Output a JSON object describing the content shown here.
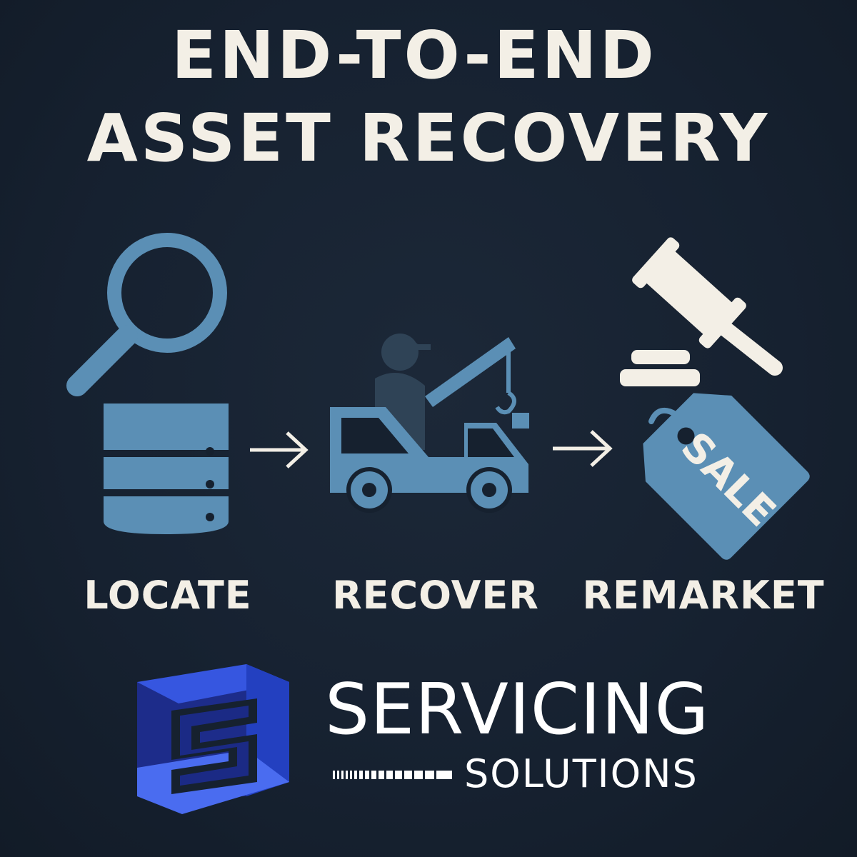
{
  "title": {
    "line1": "END-TO-END",
    "line2": "ASSET RECOVERY"
  },
  "steps": [
    {
      "label": "LOCATE",
      "icon": "magnifier-database-icon"
    },
    {
      "label": "RECOVER",
      "icon": "tow-truck-icon"
    },
    {
      "label": "REMARKET",
      "icon": "gavel-sale-tag-icon"
    }
  ],
  "sale_tag_text": "SALE",
  "brand": {
    "name": "SERVICING",
    "tagline": "SOLUTIONS",
    "logo_icon": "s-cube-logo-icon"
  },
  "colors": {
    "background": "#16212f",
    "icon_blue": "#5b8fb5",
    "text_cream": "#f3efe6",
    "logo_blue": "#2b45c8"
  }
}
